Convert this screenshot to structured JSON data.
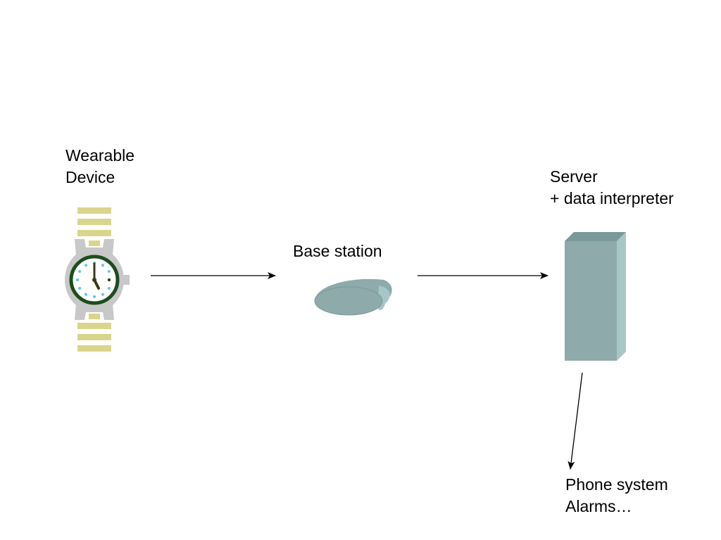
{
  "nodes": {
    "wearable": {
      "lines": [
        "Wearable",
        "Device"
      ]
    },
    "base_station": {
      "lines": [
        "Base station"
      ]
    },
    "server": {
      "lines": [
        "Server",
        "+ data interpreter"
      ]
    },
    "outputs": {
      "lines": [
        "Phone system",
        "Alarms…"
      ]
    }
  },
  "colors": {
    "band": "#d9d58c",
    "case": "#c8c8c8",
    "dial_ring": "#1d4d1d",
    "dial_dots": "#5bc8e6",
    "hands": "#3a3a1a",
    "device_fill": "#8eaaaa",
    "device_top": "#7a9a9a",
    "device_side": "#a6c6c8",
    "arrow": "#000000"
  },
  "icons": [
    "watch-icon",
    "base-station-icon",
    "server-icon"
  ]
}
